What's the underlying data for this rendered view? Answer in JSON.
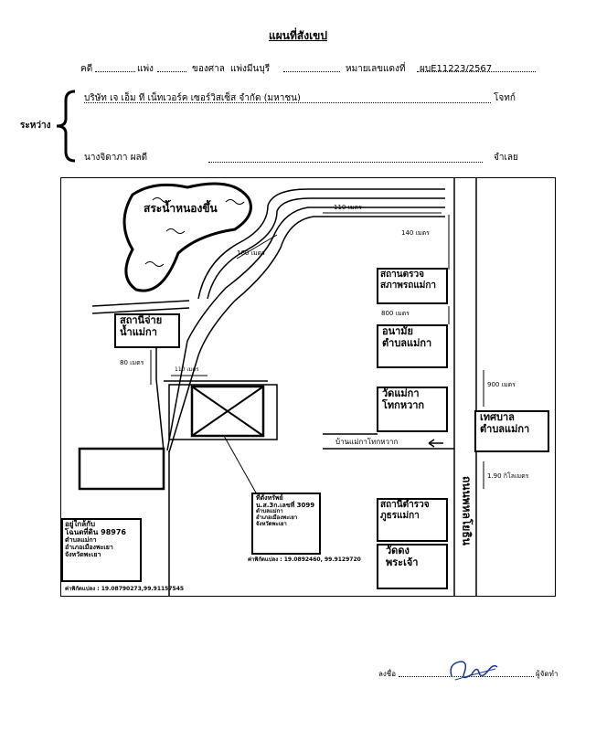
{
  "doc": {
    "title": "แผนที่สังเขป",
    "case_label": "คดี",
    "case_type": "แพ่ง",
    "court_label": "ของศาล",
    "court_name": "แพ่งมีนบุรี",
    "red_no_label": "หมายเลขแดงที่",
    "red_no": "ผบE11223/2567",
    "between_label": "ระหว่าง",
    "plaintiff": "บริษัท เจ เอ็ม ที เน็ทเวอร์ค เซอร์วิสเซ็ส จำกัด (มหาชน)",
    "plaintiff_role": "โจทก์",
    "defendant": "นางจิดาภา ผลดี",
    "defendant_role": "จำเลย",
    "sign_label": "ลงชื่อ",
    "maker_label": "ผู้จัดทำ"
  },
  "map": {
    "swamp": "สระน้ำหนองขึ้น",
    "water_station": [
      "สถานีจ่าย",
      "น้ำแม่กา"
    ],
    "vehicle_station": [
      "สถานตรวจ",
      "สภาพรถแม่กา"
    ],
    "health_center": [
      "อนามัย",
      "ตำบลแม่กา"
    ],
    "temple_1": [
      "วัดแม่กา",
      "โทกหวาก"
    ],
    "municipality": [
      "เทศบาล",
      "ตำบลแม่กา"
    ],
    "police": [
      "สถานีตำรวจ",
      "ภูธรแม่กา"
    ],
    "temple_2": [
      "วัดดง",
      "พระเจ้า"
    ],
    "highway": "ถนนพหลโยธิน",
    "village_road": "บ้านแม่กาโทกหวาก",
    "dist_110_top": "110 เมตร",
    "dist_140": "140 เมตร",
    "dist_160": "160 เมตร",
    "dist_800": "800 เมตร",
    "dist_80": "80 เมตร",
    "dist_110_mid": "110 เมตร",
    "dist_900": "900 เมตร",
    "dist_190": "1.90 กิโลเมตร",
    "property_label": [
      "ที่ตั้งทรัพย์",
      "น.ส.3ก.เลขที่ 3099",
      "ตำบลแม่กา",
      "อำเภอเมืองพะเยา",
      "จังหวัดพะเยา"
    ],
    "property_coords": "ค่าพิกัดแปลง : 19.0892460, 99.9129720",
    "adjacent_label": [
      "อยู่ใกล้กับ",
      "โฉนดที่ดิน 98976",
      "ตำบลแม่กา",
      "อำเภอเมืองพะเยา",
      "จังหวัดพะเยา"
    ],
    "adjacent_coords": "ค่าพิกัดแปลง : 19.08790273,99.91157545"
  }
}
